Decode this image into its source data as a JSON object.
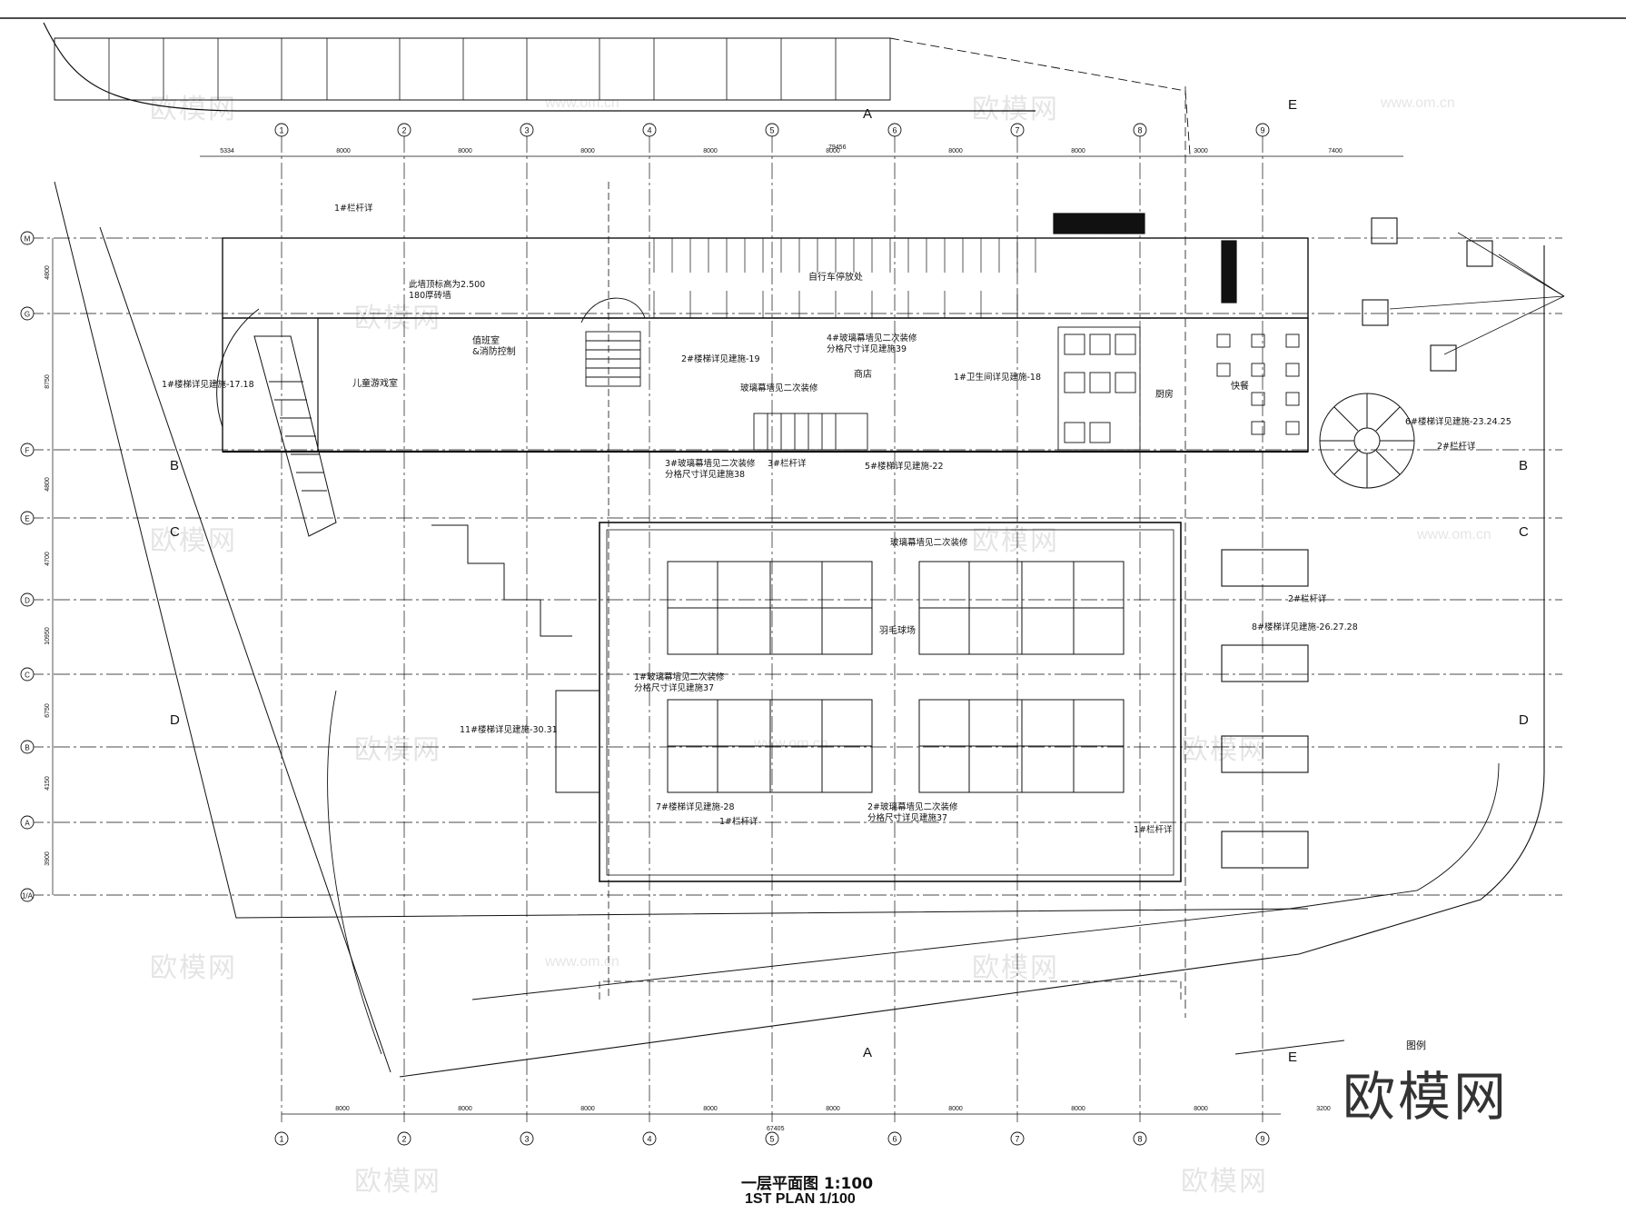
{
  "title": {
    "cn": "一层平面图  1:100",
    "en": "1ST PLAN  1/100"
  },
  "brand": "欧模网",
  "watermark": {
    "cn": "欧模网",
    "url": "www.om.cn"
  },
  "legend": {
    "title": "图例"
  },
  "axis_x": [
    "1",
    "2",
    "3",
    "4",
    "5",
    "6",
    "7",
    "8",
    "9"
  ],
  "axis_y": [
    "M",
    "G",
    "F",
    "E",
    "D",
    "C",
    "B",
    "A",
    "1/A"
  ],
  "section_marks": [
    "A",
    "A",
    "E",
    "E",
    "B",
    "B",
    "C",
    "C",
    "D",
    "D"
  ],
  "dims_top": [
    "5334",
    "8000",
    "8000",
    "8000",
    "8000",
    "8000",
    "8000",
    "8000",
    "3000",
    "7400"
  ],
  "dims_bottom": [
    "8000",
    "8000",
    "8000",
    "8000",
    "8000",
    "8000",
    "8000",
    "8000",
    "3200"
  ],
  "dims_bottom_total": "67405",
  "dims_top_total": "79456",
  "dims_left": [
    "4800",
    "8750",
    "4800",
    "4700",
    "10950",
    "6750",
    "4150",
    "3900"
  ],
  "rooms": {
    "bike": "自行车停放处",
    "kids": "儿童游戏室",
    "duty": "值班室\n&消防控制",
    "shop": "商店",
    "kitchen": "厨房",
    "fastfood": "快餐",
    "badminton": "羽毛球场"
  },
  "notes": {
    "n1": "1#栏杆详",
    "n2": "此墙顶标高为2.500\n180厚砖墙",
    "n3": "1#楼梯详见建施-17.18",
    "n4": "2#楼梯详见建施-19",
    "n5": "4#玻璃幕墙见二次装修\n分格尺寸详见建施39",
    "n6": "1#卫生间详见建施-18",
    "n7": "玻璃幕墙见二次装修",
    "n8": "3#玻璃幕墙见二次装修\n分格尺寸详见建施38",
    "n9": "3#栏杆详",
    "n10": "5#楼梯详见建施-22",
    "n11": "6#楼梯详见建施-23.24.25",
    "n12": "2#栏杆详",
    "n13": "玻璃幕墙见二次装修",
    "n14": "1#玻璃幕墙见二次装修\n分格尺寸详见建施37",
    "n15": "11#楼梯详见建施-30.31",
    "n16": "7#楼梯详见建施-28",
    "n17": "1#栏杆详",
    "n18": "2#玻璃幕墙见二次装修\n分格尺寸详见建施37",
    "n19": "2#栏杆详",
    "n20": "8#楼梯详见建施-26.27.28",
    "n21": "1#栏杆详"
  }
}
